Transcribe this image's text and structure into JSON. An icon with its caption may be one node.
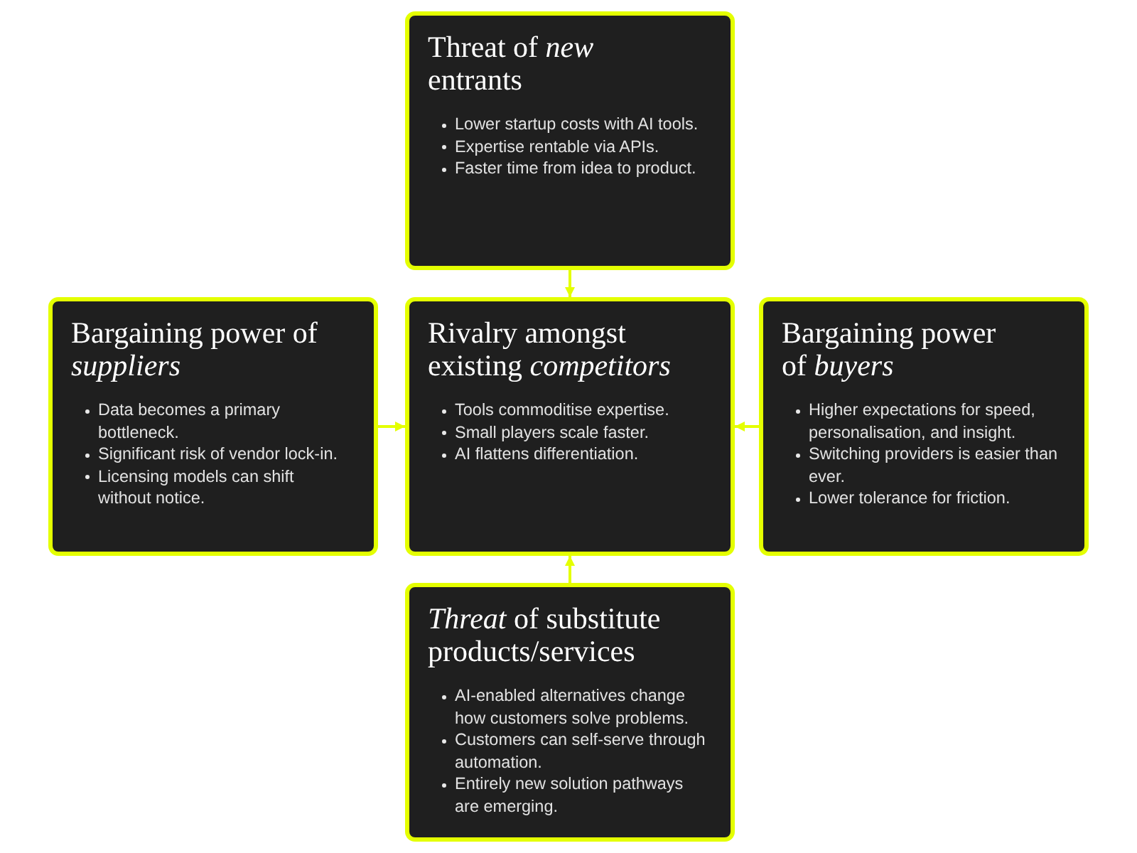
{
  "diagram": {
    "nodes": [
      {
        "text": [
          "Threat of *new* entrants",
          "Lower startup costs with AI tools.",
          "Expertise rentable via APIs.",
          "Faster time from idea to product."
        ]
      },
      {
        "text": [
          "Bargaining power of *suppliers*",
          "Data becomes a primary bottleneck.",
          "Significant risk of vendor lock-in.",
          "Licensing models can shift without notice."
        ]
      },
      {
        "text": [
          "Rivalry amongst existing *competitors*",
          "Tools commoditise expertise.",
          "Small players scale faster.",
          "AI flattens differentiation."
        ]
      },
      {
        "text": [
          "Bargaining power of *buyers*",
          "Higher expectations for speed, personalisation, and insight.",
          "Switching providers is easier than ever.",
          "Lower tolerance for friction."
        ]
      },
      {
        "text": [
          "*Threat* of substitute products/services",
          "AI-enabled alternatives change how customers solve problems.",
          "Customers can self-serve through automation.",
          "Entirely new solution pathways are emerging."
        ]
      }
    ],
    "edges": [
      {
        "from": 0,
        "to": 2,
        "arrow": "to"
      },
      {
        "from": 1,
        "to": 2,
        "arrow": "to"
      },
      {
        "from": 3,
        "to": 2,
        "arrow": "to"
      },
      {
        "from": 4,
        "to": 2,
        "arrow": "to"
      }
    ]
  }
}
